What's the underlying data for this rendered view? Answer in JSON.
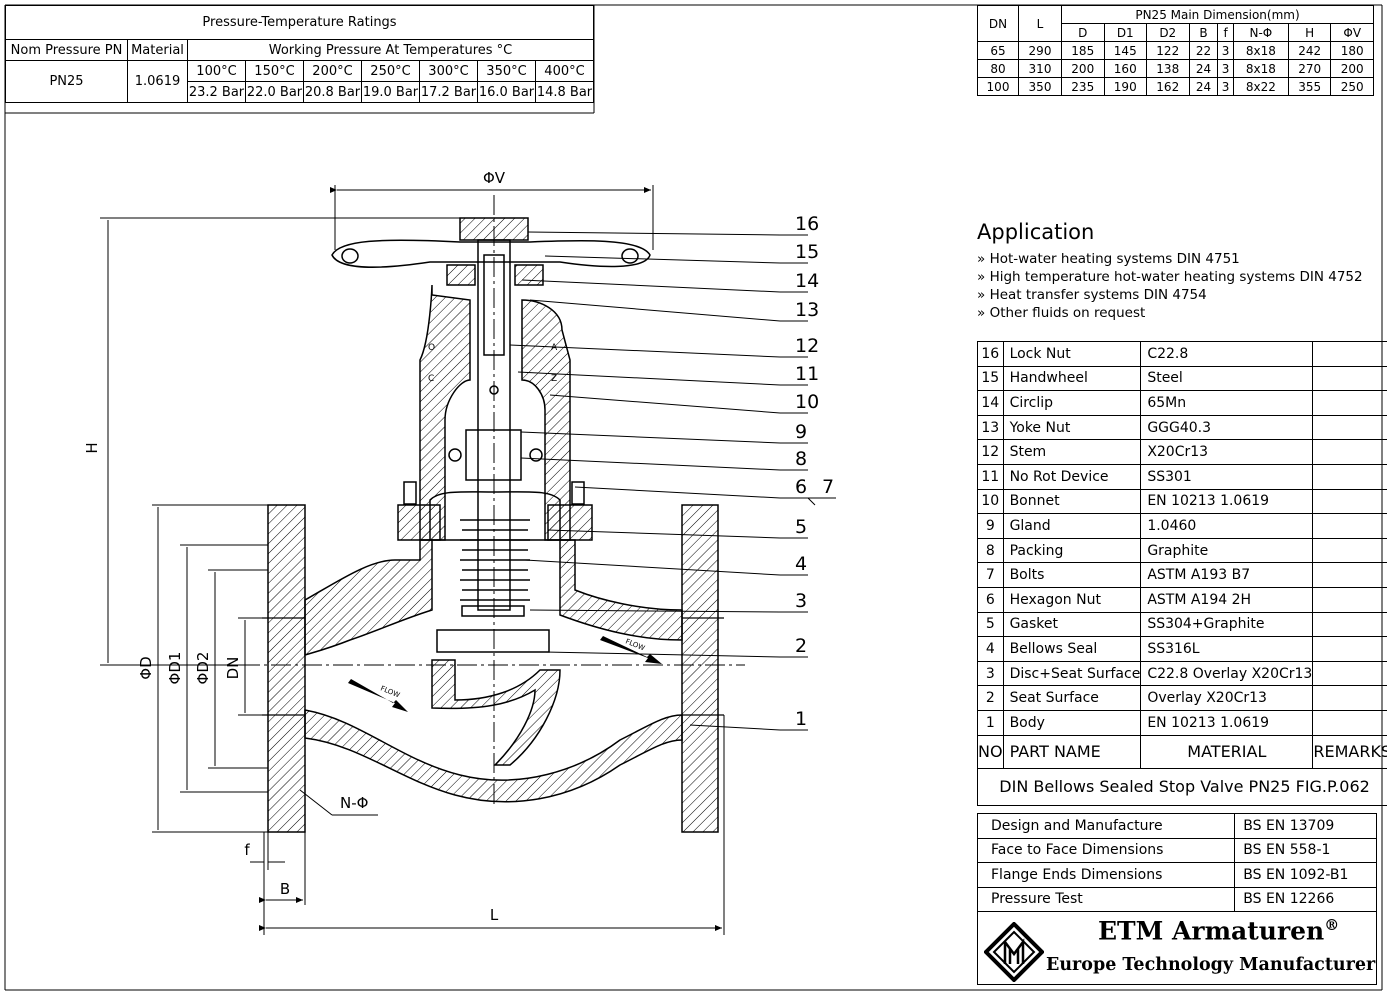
{
  "pt_ratings": {
    "title": "Pressure-Temperature Ratings",
    "col_nom": "Nom Pressure PN",
    "col_material": "Material",
    "col_working": "Working Pressure At Temperatures °C",
    "nom_value": "PN25",
    "material_value": "1.0619",
    "temperatures": [
      "100°C",
      "150°C",
      "200°C",
      "250°C",
      "300°C",
      "350°C",
      "400°C"
    ],
    "pressures": [
      "23.2 Bar",
      "22.0 Bar",
      "20.8 Bar",
      "19.0 Bar",
      "17.2 Bar",
      "16.0 Bar",
      "14.8 Bar"
    ]
  },
  "dimensions": {
    "title": "PN25 Main Dimension(mm)",
    "headers": [
      "DN",
      "L",
      "D",
      "D1",
      "D2",
      "B",
      "f",
      "N-Φ",
      "H",
      "ΦV"
    ],
    "rows": [
      [
        "65",
        "290",
        "185",
        "145",
        "122",
        "22",
        "3",
        "8x18",
        "242",
        "180"
      ],
      [
        "80",
        "310",
        "200",
        "160",
        "138",
        "24",
        "3",
        "8x18",
        "270",
        "200"
      ],
      [
        "100",
        "350",
        "235",
        "190",
        "162",
        "24",
        "3",
        "8x22",
        "355",
        "250"
      ]
    ]
  },
  "application": {
    "title": "Application",
    "items": [
      "Hot-water heating systems DIN 4751",
      "High temperature hot-water heating systems DIN 4752",
      "Heat transfer systems DIN 4754",
      "Other fluids on request"
    ]
  },
  "parts": {
    "rows": [
      {
        "no": "16",
        "name": "Lock Nut",
        "material": "C22.8",
        "remarks": ""
      },
      {
        "no": "15",
        "name": "Handwheel",
        "material": "Steel",
        "remarks": ""
      },
      {
        "no": "14",
        "name": "Circlip",
        "material": "65Mn",
        "remarks": ""
      },
      {
        "no": "13",
        "name": "Yoke Nut",
        "material": "GGG40.3",
        "remarks": ""
      },
      {
        "no": "12",
        "name": "Stem",
        "material": "X20Cr13",
        "remarks": ""
      },
      {
        "no": "11",
        "name": "No Rot Device",
        "material": "SS301",
        "remarks": ""
      },
      {
        "no": "10",
        "name": "Bonnet",
        "material": "EN 10213 1.0619",
        "remarks": ""
      },
      {
        "no": "9",
        "name": "Gland",
        "material": "1.0460",
        "remarks": ""
      },
      {
        "no": "8",
        "name": "Packing",
        "material": "Graphite",
        "remarks": ""
      },
      {
        "no": "7",
        "name": "Bolts",
        "material": "ASTM A193 B7",
        "remarks": ""
      },
      {
        "no": "6",
        "name": "Hexagon Nut",
        "material": "ASTM A194 2H",
        "remarks": ""
      },
      {
        "no": "5",
        "name": "Gasket",
        "material": "SS304+Graphite",
        "remarks": ""
      },
      {
        "no": "4",
        "name": "Bellows Seal",
        "material": "SS316L",
        "remarks": ""
      },
      {
        "no": "3",
        "name": "Disc+Seat Surface",
        "material": "C22.8 Overlay X20Cr13",
        "remarks": ""
      },
      {
        "no": "2",
        "name": "Seat Surface",
        "material": "Overlay X20Cr13",
        "remarks": ""
      },
      {
        "no": "1",
        "name": "Body",
        "material": "EN 10213 1.0619",
        "remarks": ""
      }
    ],
    "header": {
      "no": "NO",
      "name": "PART NAME",
      "material": "MATERIAL",
      "remarks": "REMARKS"
    },
    "caption": "DIN Bellows Sealed Stop Valve PN25 FIG.P.062"
  },
  "standards": [
    {
      "label": "Design and Manufacture",
      "value": "BS EN 13709"
    },
    {
      "label": "Face to Face Dimensions",
      "value": "BS EN 558-1"
    },
    {
      "label": "Flange Ends Dimensions",
      "value": "BS EN 1092-B1"
    },
    {
      "label": "Pressure Test",
      "value": "BS EN 12266"
    }
  ],
  "logo": {
    "name": "ETM Armaturen",
    "registered": "®",
    "tagline": "Europe Technology Manufacturer"
  },
  "drawing": {
    "dim_v": "ΦV",
    "dim_h": "H",
    "dim_d": "ΦD",
    "dim_d1": "ΦD1",
    "dim_d2": "ΦD2",
    "dim_dn": "DN",
    "dim_n": "N-Φ",
    "dim_f": "f",
    "dim_b": "B",
    "dim_l": "L",
    "flow_label": "FLOW",
    "callouts": [
      "16",
      "15",
      "14",
      "13",
      "12",
      "11",
      "10",
      "9",
      "8",
      "6",
      "7",
      "5",
      "4",
      "3",
      "2",
      "1"
    ],
    "bonnet_marks": [
      "A",
      "Z",
      "O",
      "C"
    ]
  }
}
